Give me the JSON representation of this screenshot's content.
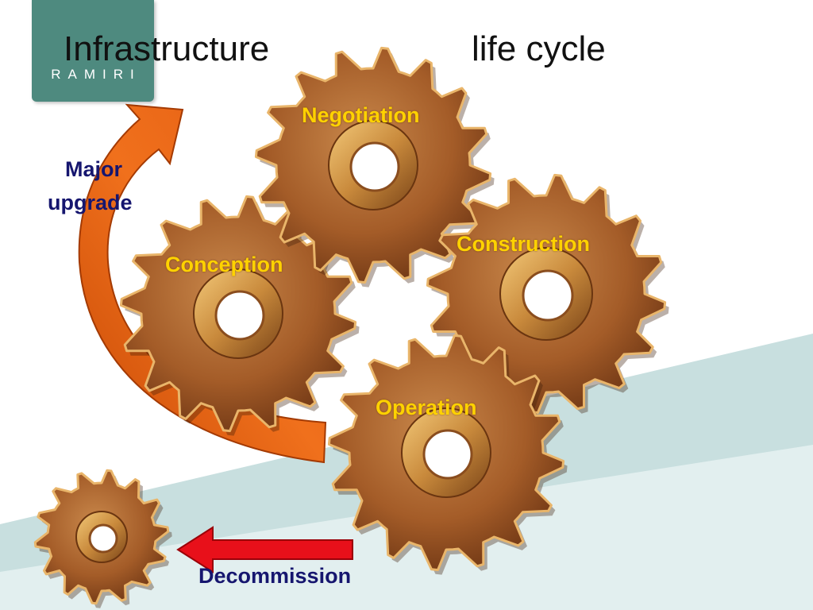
{
  "title": {
    "left": "Infrastructure",
    "right": "life cycle"
  },
  "logo": {
    "text": "RAMIRI"
  },
  "gears": {
    "negotiation": "Negotiation",
    "conception": "Conception",
    "construction": "Construction",
    "operation": "Operation"
  },
  "arrows": {
    "major_upgrade_line1": "Major",
    "major_upgrade_line2": "upgrade",
    "decommission": "Decommission"
  },
  "colors": {
    "gear": "#b0662f",
    "gear_label": "#ffd200",
    "upgrade_arrow": "#e85a10",
    "decommission_arrow": "#e8101a",
    "navy_text": "#16166f",
    "logo_bg": "#4e8a7f",
    "band": "#cfe3e3"
  }
}
